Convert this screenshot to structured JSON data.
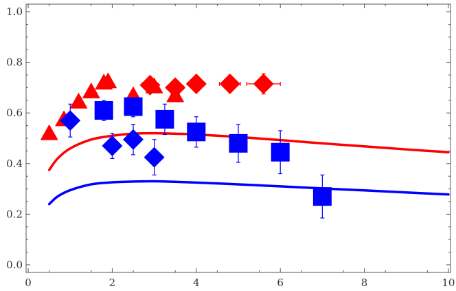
{
  "chart_data": {
    "type": "scatter",
    "title": "",
    "xlabel": "",
    "ylabel": "",
    "xlim": [
      -0.05,
      10.05
    ],
    "ylim": [
      -0.03,
      1.03
    ],
    "grid": false,
    "legend": "none",
    "x_ticks": [
      0,
      2,
      4,
      6,
      8,
      10
    ],
    "x_tick_labels": [
      "0",
      "2",
      "4",
      "6",
      "8",
      "10"
    ],
    "y_ticks": [
      0.0,
      0.2,
      0.4,
      0.6,
      0.8,
      1.0
    ],
    "y_tick_labels": [
      "0.0",
      "0.2",
      "0.4",
      "0.6",
      "0.8",
      "1.0"
    ],
    "series": [
      {
        "marker": "triangle",
        "color": "#ff0000",
        "points": [
          {
            "x": 0.5,
            "y": 0.52
          },
          {
            "x": 0.85,
            "y": 0.575
          },
          {
            "x": 1.2,
            "y": 0.645
          },
          {
            "x": 1.5,
            "y": 0.685
          },
          {
            "x": 1.8,
            "y": 0.72
          },
          {
            "x": 1.9,
            "y": 0.725
          },
          {
            "x": 2.5,
            "y": 0.67
          },
          {
            "x": 3.0,
            "y": 0.705
          },
          {
            "x": 3.5,
            "y": 0.67
          }
        ]
      },
      {
        "marker": "diamond",
        "color": "#ff0000",
        "points": [
          {
            "x": 2.9,
            "y": 0.71,
            "xerr": 0.2,
            "yerr": 0.02
          },
          {
            "x": 3.5,
            "y": 0.7,
            "xerr": 0.2,
            "yerr": 0.02
          },
          {
            "x": 4.0,
            "y": 0.715,
            "xerr": 0.2,
            "yerr": 0.02
          },
          {
            "x": 4.8,
            "y": 0.715,
            "xerr": 0.25,
            "yerr": 0.02
          },
          {
            "x": 5.6,
            "y": 0.715,
            "xerr": 0.4,
            "yerr": 0.04
          }
        ]
      },
      {
        "marker": "diamond",
        "color": "#0000ff",
        "points": [
          {
            "x": 1.0,
            "y": 0.57,
            "yerr": 0.065
          },
          {
            "x": 2.0,
            "y": 0.47,
            "yerr": 0.05
          },
          {
            "x": 2.5,
            "y": 0.495,
            "yerr": 0.06
          },
          {
            "x": 3.0,
            "y": 0.425,
            "yerr": 0.07
          }
        ]
      },
      {
        "marker": "square",
        "color": "#0000ff",
        "points": [
          {
            "x": 1.8,
            "y": 0.61,
            "yerr": 0.04
          },
          {
            "x": 2.5,
            "y": 0.625,
            "yerr": 0.04
          },
          {
            "x": 3.25,
            "y": 0.575,
            "yerr": 0.06
          },
          {
            "x": 4.0,
            "y": 0.525,
            "yerr": 0.06
          },
          {
            "x": 5.0,
            "y": 0.48,
            "yerr": 0.075
          },
          {
            "x": 6.0,
            "y": 0.445,
            "yerr": 0.085
          },
          {
            "x": 7.0,
            "y": 0.27,
            "yerr": 0.085
          }
        ]
      }
    ],
    "curves": [
      {
        "color": "#ff0000",
        "x": [
          0.5,
          0.7,
          1.0,
          1.5,
          2.0,
          2.5,
          3.0,
          3.5,
          4.0,
          5.0,
          6.0,
          7.0,
          8.0,
          9.0,
          10.0
        ],
        "y": [
          0.375,
          0.42,
          0.46,
          0.495,
          0.51,
          0.518,
          0.52,
          0.518,
          0.515,
          0.505,
          0.493,
          0.48,
          0.468,
          0.456,
          0.445
        ]
      },
      {
        "color": "#0000ff",
        "x": [
          0.5,
          0.7,
          1.0,
          1.5,
          2.0,
          2.5,
          3.0,
          3.5,
          4.0,
          5.0,
          6.0,
          7.0,
          8.0,
          9.0,
          10.0
        ],
        "y": [
          0.24,
          0.27,
          0.295,
          0.318,
          0.326,
          0.329,
          0.33,
          0.328,
          0.325,
          0.318,
          0.31,
          0.302,
          0.294,
          0.286,
          0.278
        ]
      }
    ]
  }
}
